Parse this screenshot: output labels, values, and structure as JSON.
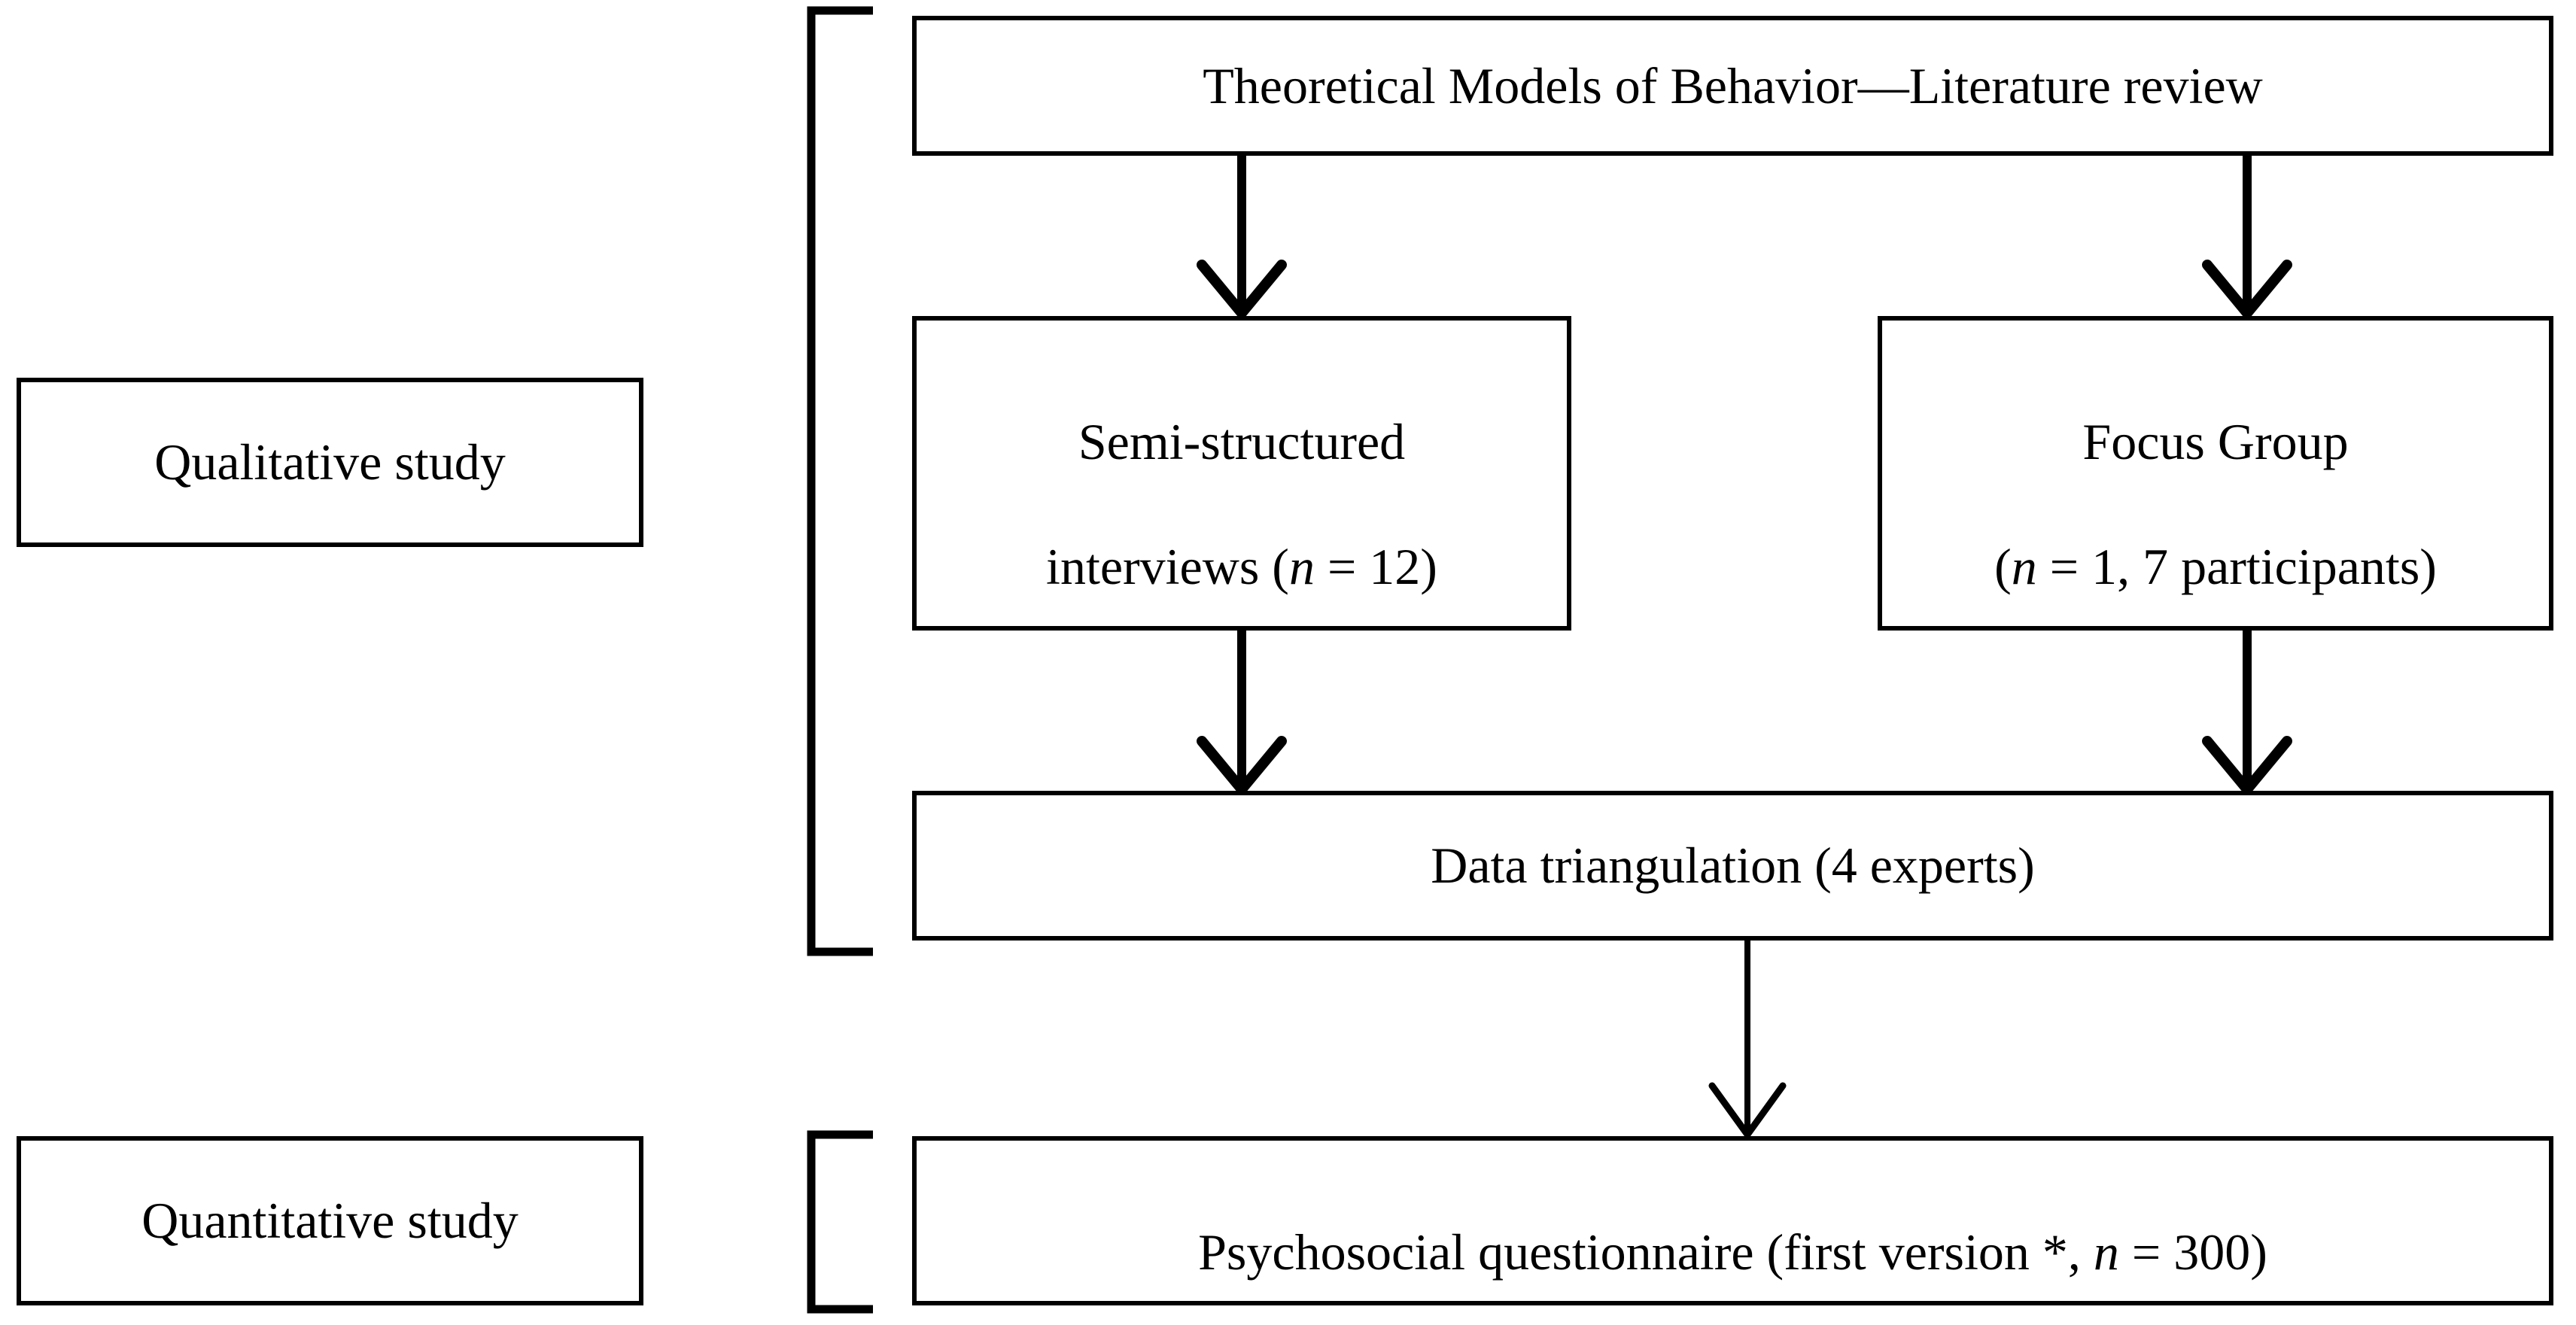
{
  "figure": {
    "title": "Study design flowchart",
    "background_color": "#ffffff",
    "line_color": "#000000"
  },
  "groups": {
    "qualitative": {
      "label": "Qualitative study",
      "bracket": "left-square-bracket"
    },
    "quantitative": {
      "label": "Quantitative study",
      "bracket": "left-square-bracket"
    }
  },
  "nodes": {
    "theoretical": {
      "text": "Theoretical Models of Behavior—Literature review"
    },
    "interviews": {
      "line1": "Semi-structured",
      "line2_pre": "interviews (",
      "line2_italic": "n",
      "line2_post": " = 12)"
    },
    "focus_group": {
      "line1": "Focus Group",
      "line2_pre": "(",
      "line2_italic": "n",
      "line2_post": " = 1, 7 participants)"
    },
    "triangulation": {
      "text": "Data triangulation (4 experts)"
    },
    "questionnaire": {
      "pre": "Psychosocial questionnaire (first version *, ",
      "italic": "n",
      "post": " = 300)"
    }
  },
  "connectors": [
    {
      "from": "theoretical",
      "to": "interviews",
      "style": "thick-down-arrow"
    },
    {
      "from": "theoretical",
      "to": "focus_group",
      "style": "thick-down-arrow"
    },
    {
      "from": "interviews",
      "to": "triangulation",
      "style": "thick-down-arrow"
    },
    {
      "from": "focus_group",
      "to": "triangulation",
      "style": "thick-down-arrow"
    },
    {
      "from": "triangulation",
      "to": "questionnaire",
      "style": "thin-down-arrow"
    }
  ]
}
